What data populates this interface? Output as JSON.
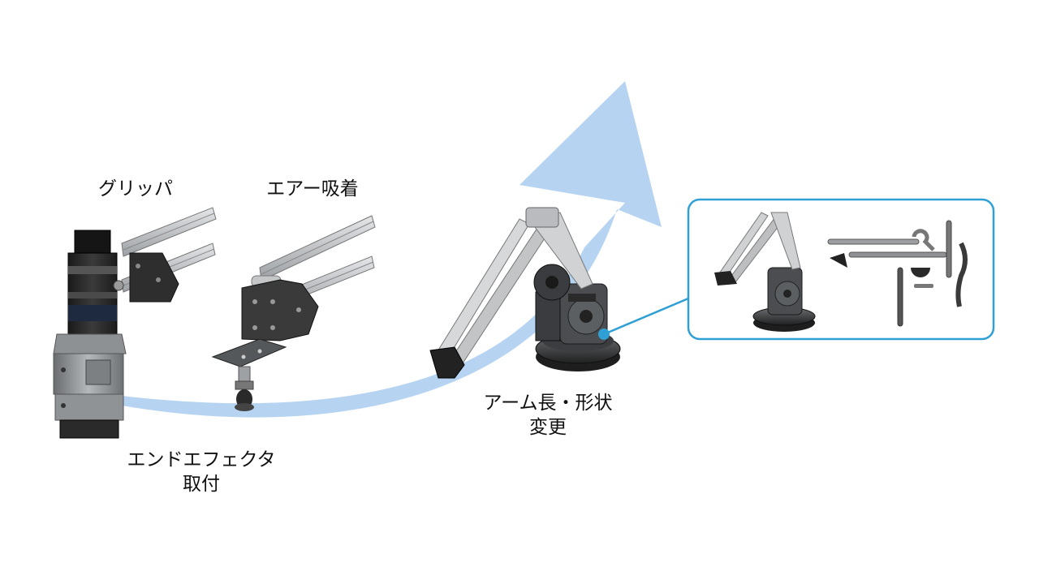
{
  "labels": {
    "gripper": "グリッパ",
    "air_suction": "エアー吸着",
    "end_effector_line1": "エンドエフェクタ",
    "end_effector_line2": "取付",
    "arm_line1": "アーム長・形状",
    "arm_line2": "変更"
  },
  "colors": {
    "arrow_fill": "#a9cdee",
    "callout_border": "#2f9fd4",
    "callout_dot": "#2f9fd4",
    "metal_dark": "#2b2b2b",
    "metal_light": "#c9cbcd"
  },
  "icons": [
    "gripper-end-effector",
    "air-suction-end-effector",
    "robot-arm",
    "arm-parts-kit"
  ]
}
